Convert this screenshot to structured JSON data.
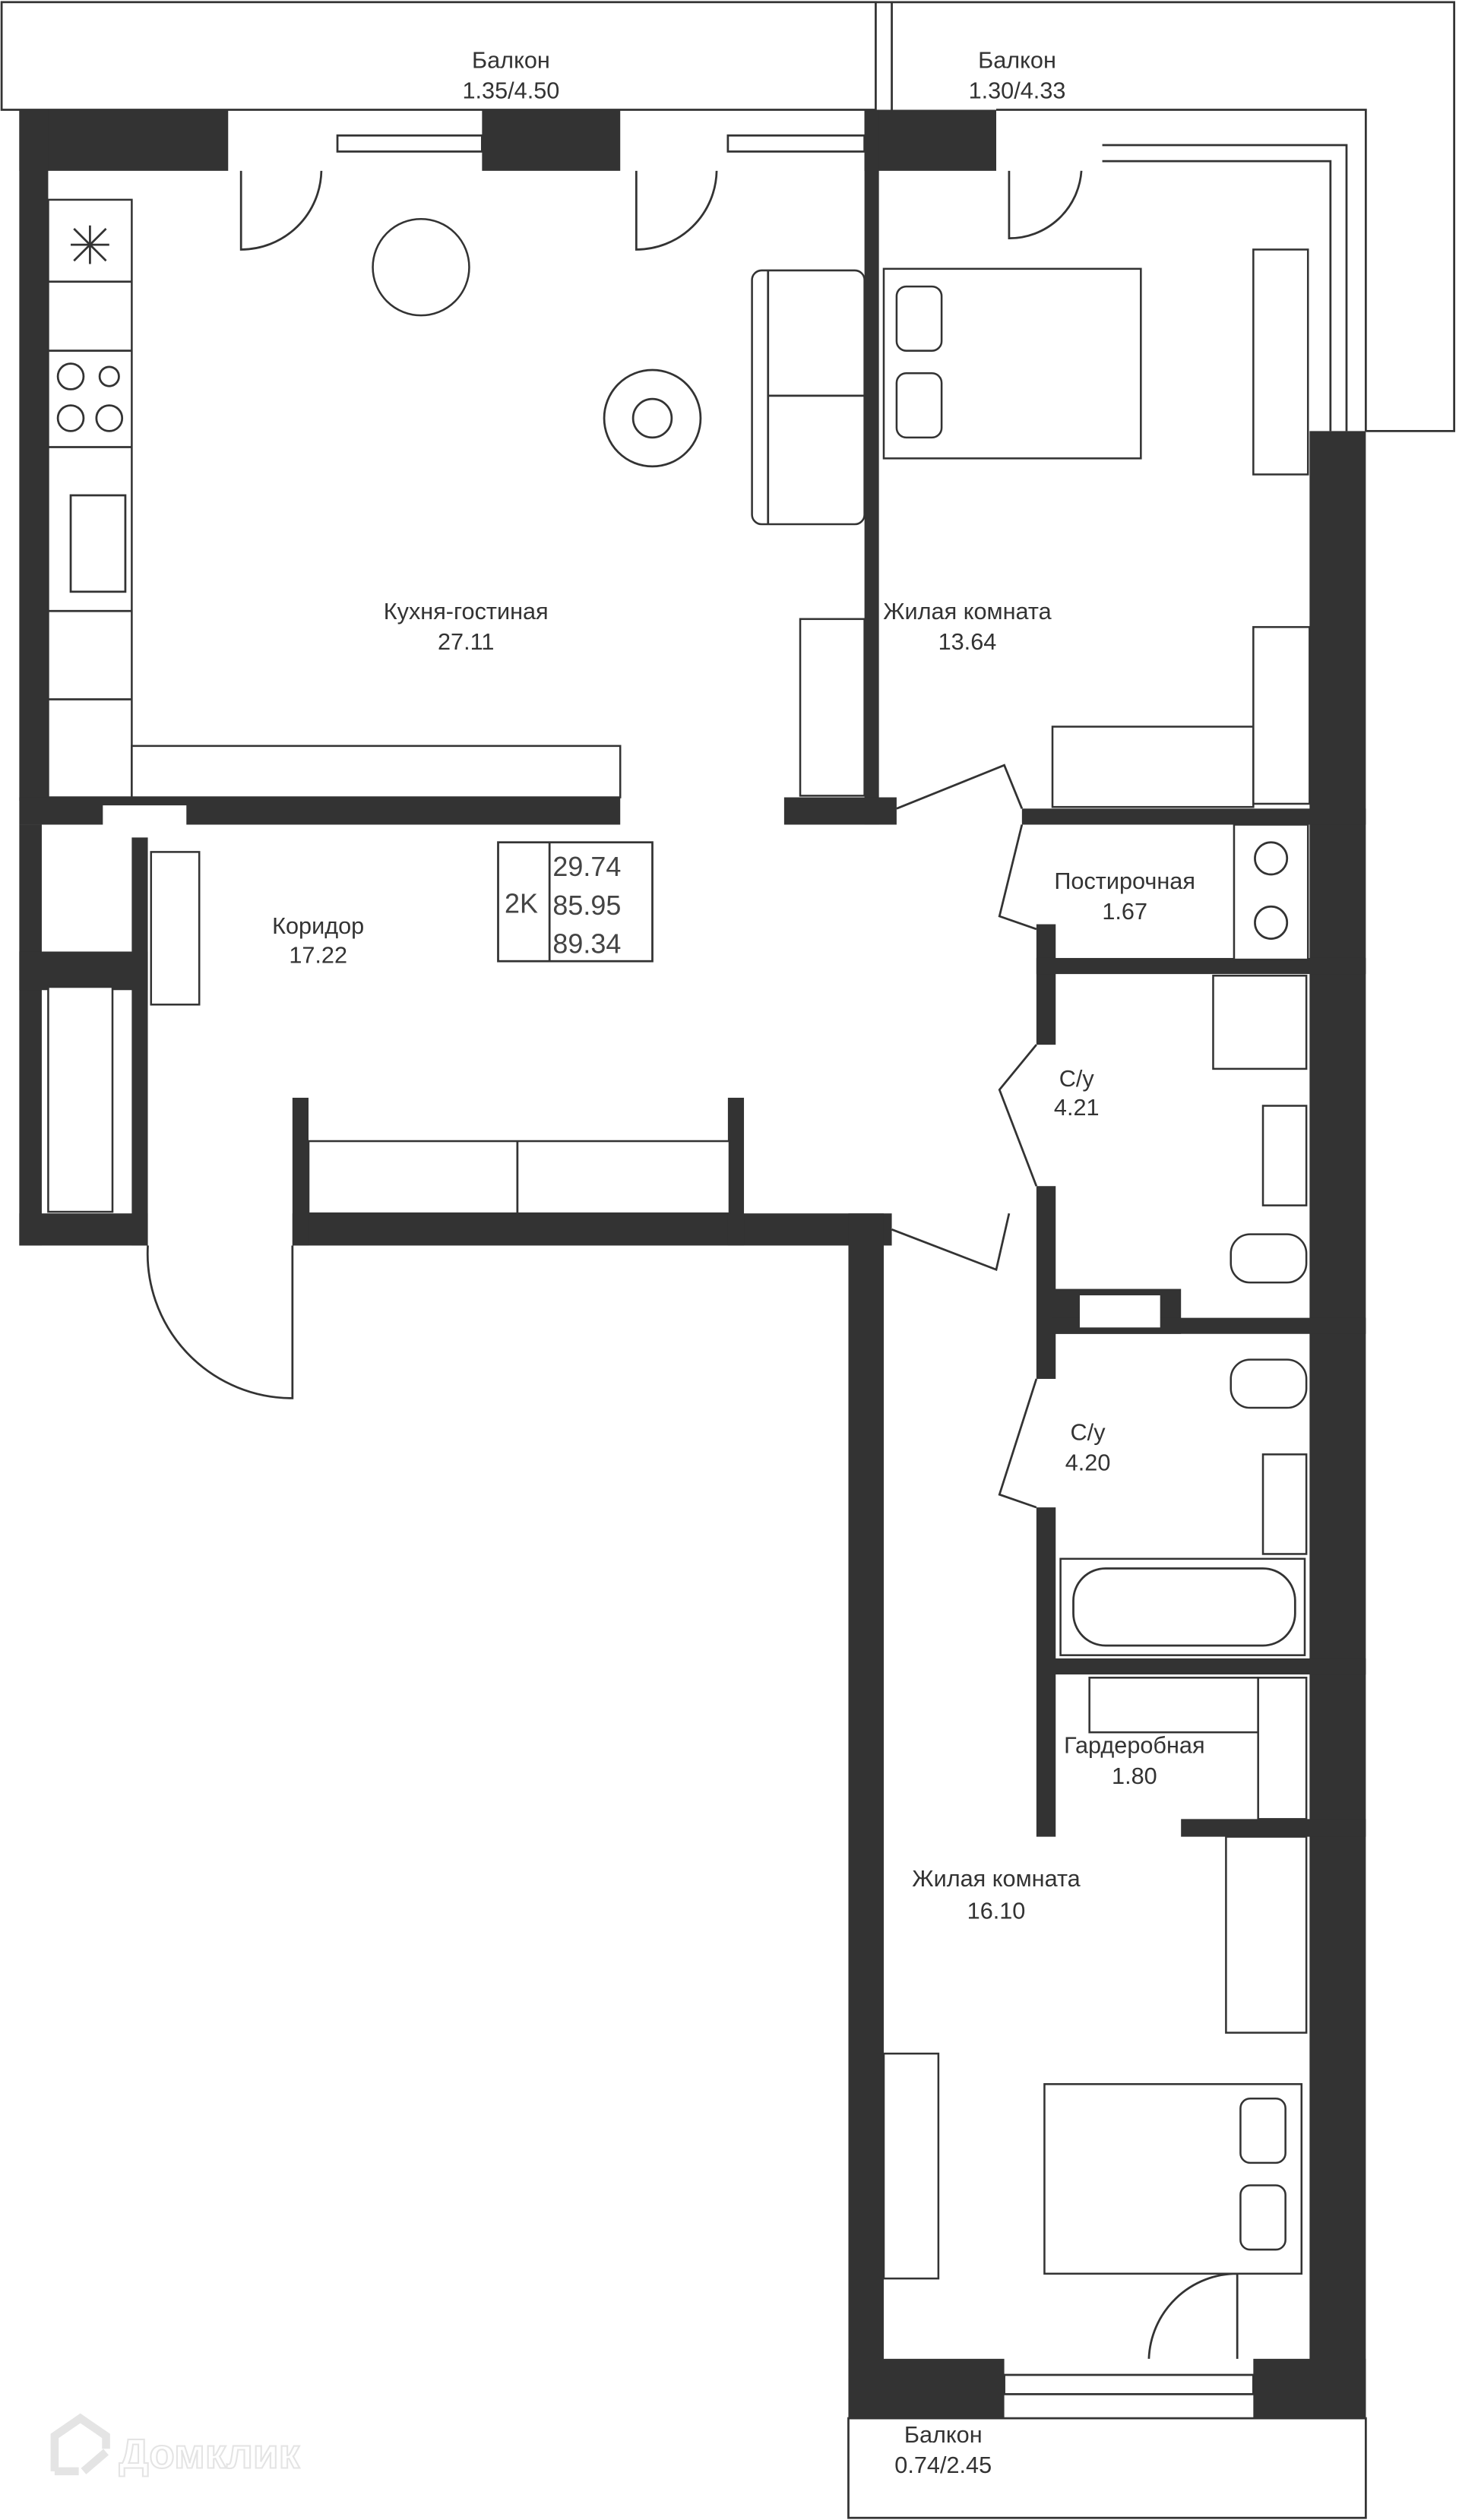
{
  "rooms": {
    "balcony_1": {
      "name": "Балкон",
      "area": "1.35/4.50"
    },
    "balcony_2": {
      "name": "Балкон",
      "area": "1.30/4.33"
    },
    "kitchen": {
      "name": "Кухня-гостиная",
      "area": "27.11"
    },
    "bedroom_1": {
      "name": "Жилая комната",
      "area": "13.64"
    },
    "corridor": {
      "name": "Коридор",
      "area": "17.22"
    },
    "laundry": {
      "name": "Постирочная",
      "area": "1.67"
    },
    "bathroom_1": {
      "name": "С/у",
      "area": "4.21"
    },
    "bathroom_2": {
      "name": "С/у",
      "area": "4.20"
    },
    "wardrobe": {
      "name": "Гардеробная",
      "area": "1.80"
    },
    "bedroom_2": {
      "name": "Жилая комната",
      "area": "16.10"
    },
    "balcony_3": {
      "name": "Балкон",
      "area": "0.74/2.45"
    }
  },
  "summary": {
    "type": "2K",
    "living_area": "29.74",
    "total_area": "85.95",
    "total_with_balconies": "89.34"
  },
  "watermark": "Домклик",
  "colors": {
    "wall": "#333333",
    "background": "#ffffff"
  }
}
